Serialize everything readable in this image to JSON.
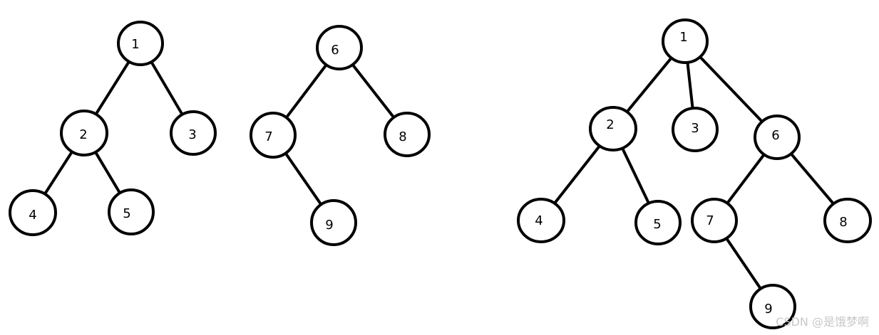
{
  "diagram": {
    "trees": [
      {
        "id": "tree-1",
        "nodes": [
          {
            "id": "t1-n1",
            "label": "1"
          },
          {
            "id": "t1-n2",
            "label": "2"
          },
          {
            "id": "t1-n3",
            "label": "3"
          },
          {
            "id": "t1-n4",
            "label": "4"
          },
          {
            "id": "t1-n5",
            "label": "5"
          }
        ],
        "edges": [
          [
            "t1-n1",
            "t1-n2"
          ],
          [
            "t1-n1",
            "t1-n3"
          ],
          [
            "t1-n2",
            "t1-n4"
          ],
          [
            "t1-n2",
            "t1-n5"
          ]
        ]
      },
      {
        "id": "tree-2",
        "nodes": [
          {
            "id": "t2-n6",
            "label": "6"
          },
          {
            "id": "t2-n7",
            "label": "7"
          },
          {
            "id": "t2-n8",
            "label": "8"
          },
          {
            "id": "t2-n9",
            "label": "9"
          }
        ],
        "edges": [
          [
            "t2-n6",
            "t2-n7"
          ],
          [
            "t2-n6",
            "t2-n8"
          ],
          [
            "t2-n7",
            "t2-n9"
          ]
        ]
      },
      {
        "id": "tree-3",
        "nodes": [
          {
            "id": "t3-n1",
            "label": "1"
          },
          {
            "id": "t3-n2",
            "label": "2"
          },
          {
            "id": "t3-n3",
            "label": "3"
          },
          {
            "id": "t3-n6",
            "label": "6"
          },
          {
            "id": "t3-n4",
            "label": "4"
          },
          {
            "id": "t3-n5",
            "label": "5"
          },
          {
            "id": "t3-n7",
            "label": "7"
          },
          {
            "id": "t3-n8",
            "label": "8"
          },
          {
            "id": "t3-n9",
            "label": "9"
          }
        ],
        "edges": [
          [
            "t3-n1",
            "t3-n2"
          ],
          [
            "t3-n1",
            "t3-n3"
          ],
          [
            "t3-n1",
            "t3-n6"
          ],
          [
            "t3-n2",
            "t3-n4"
          ],
          [
            "t3-n2",
            "t3-n5"
          ],
          [
            "t3-n6",
            "t3-n7"
          ],
          [
            "t3-n6",
            "t3-n8"
          ],
          [
            "t3-n7",
            "t3-n9"
          ]
        ]
      }
    ]
  },
  "watermark": {
    "text": "CSDN @是饿梦啊"
  },
  "colors": {
    "stroke": "#000000",
    "fill": "#ffffff",
    "watermark": "#c8c8c8"
  }
}
